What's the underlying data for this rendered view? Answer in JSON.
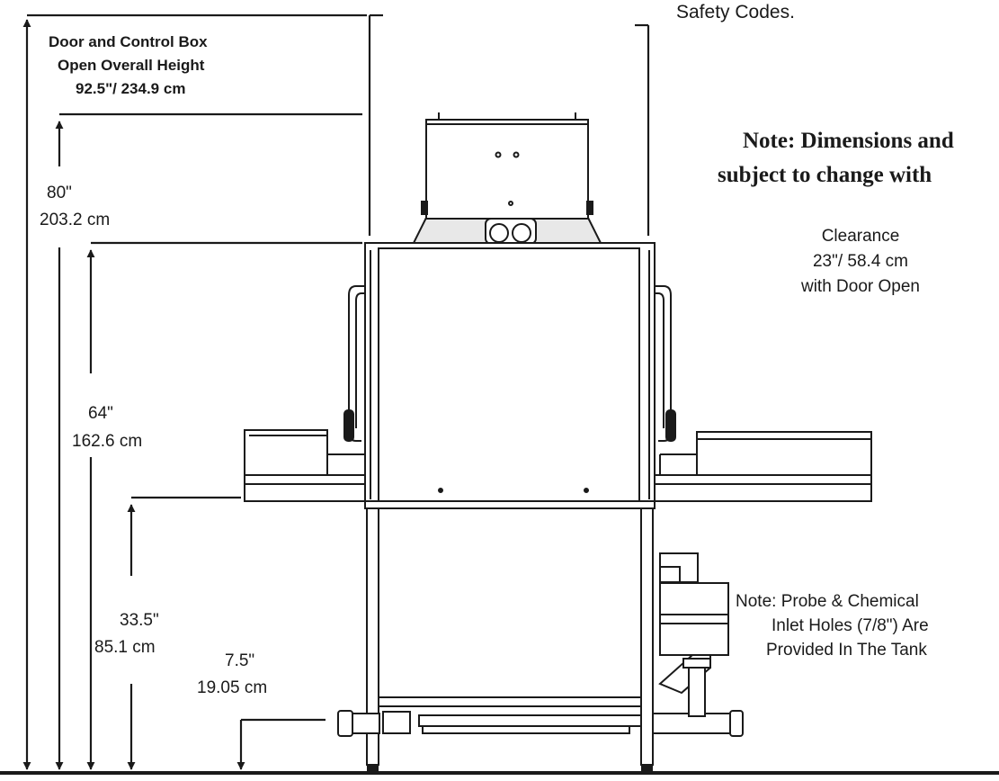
{
  "top_note": "Safety Codes.",
  "overall_height": {
    "line1": "Door and Control Box",
    "line2": "Open Overall Height",
    "line3": "92.5\"/ 234.9 cm"
  },
  "dim_80": {
    "in": "80\"",
    "cm": "203.2 cm"
  },
  "dim_64": {
    "in": "64\"",
    "cm": "162.6 cm"
  },
  "dim_33": {
    "in": "33.5\"",
    "cm": "85.1 cm"
  },
  "dim_7": {
    "in": "7.5\"",
    "cm": "19.05 cm"
  },
  "note_dims": {
    "line1": "Note: Dimensions and",
    "line2": "subject to change with"
  },
  "clearance": {
    "line1": "Clearance",
    "line2": "23\"/ 58.4 cm",
    "line3": "with Door Open"
  },
  "probe_note": {
    "line1": "Note: Probe & Chemical",
    "line2": "Inlet Holes (7/8\") Are",
    "line3": "Provided In The Tank"
  },
  "colors": {
    "ink": "#1a1a1a",
    "background": "#ffffff"
  }
}
